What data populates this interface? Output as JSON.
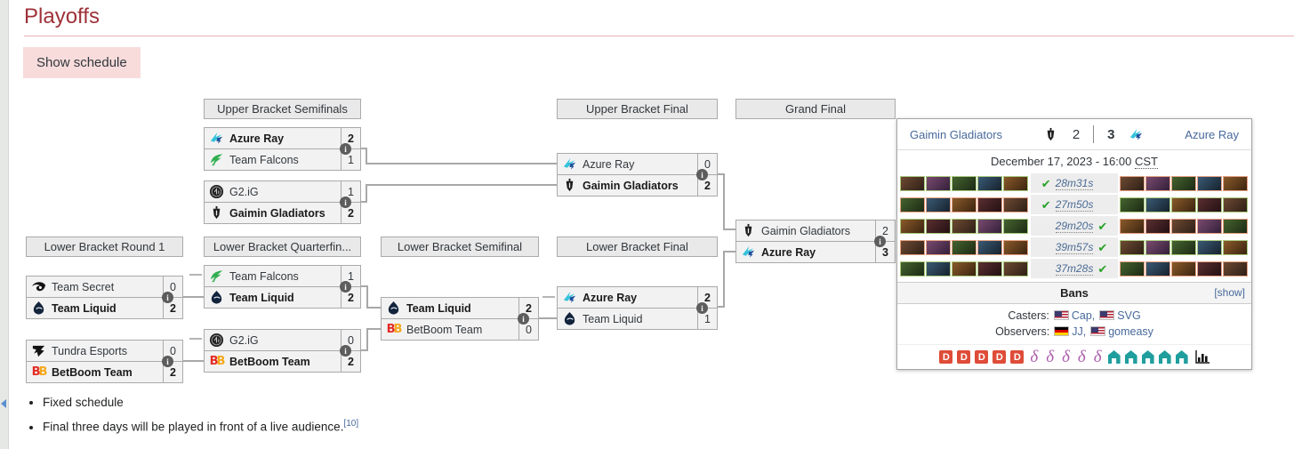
{
  "page": {
    "title": "Playoffs",
    "show_schedule_label": "Show schedule",
    "notes": [
      "Fixed schedule",
      "Final three days will be played in front of a live audience."
    ],
    "note_ref": "[10]"
  },
  "bracket": {
    "headers": {
      "ub_semifinals": "Upper Bracket Semifinals",
      "ub_final": "Upper Bracket Final",
      "grand_final": "Grand Final",
      "lb_round1": "Lower Bracket Round 1",
      "lb_quarterfinals": "Lower Bracket Quarterfin...",
      "lb_semifinal": "Lower Bracket Semifinal",
      "lb_final": "Lower Bracket Final"
    },
    "matches": {
      "ubsf1": {
        "top": {
          "name": "Azure Ray",
          "score": "2",
          "winner": true,
          "logo": "azure-ray-logo"
        },
        "bottom": {
          "name": "Team Falcons",
          "score": "1",
          "winner": false,
          "logo": "team-falcons-logo"
        }
      },
      "ubsf2": {
        "top": {
          "name": "G2.iG",
          "score": "1",
          "winner": false,
          "logo": "g2ig-logo"
        },
        "bottom": {
          "name": "Gaimin Gladiators",
          "score": "2",
          "winner": true,
          "logo": "gaimin-gladiators-logo"
        }
      },
      "ubf": {
        "top": {
          "name": "Azure Ray",
          "score": "0",
          "winner": false,
          "logo": "azure-ray-logo"
        },
        "bottom": {
          "name": "Gaimin Gladiators",
          "score": "2",
          "winner": true,
          "logo": "gaimin-gladiators-logo"
        }
      },
      "gf": {
        "top": {
          "name": "Gaimin Gladiators",
          "score": "2",
          "winner": false,
          "logo": "gaimin-gladiators-logo"
        },
        "bottom": {
          "name": "Azure Ray",
          "score": "3",
          "winner": true,
          "logo": "azure-ray-logo"
        }
      },
      "lbr1m1": {
        "top": {
          "name": "Team Secret",
          "score": "0",
          "winner": false,
          "logo": "team-secret-logo"
        },
        "bottom": {
          "name": "Team Liquid",
          "score": "2",
          "winner": true,
          "logo": "team-liquid-logo"
        }
      },
      "lbr1m2": {
        "top": {
          "name": "Tundra Esports",
          "score": "0",
          "winner": false,
          "logo": "tundra-esports-logo"
        },
        "bottom": {
          "name": "BetBoom Team",
          "score": "2",
          "winner": true,
          "logo": "betboom-logo"
        }
      },
      "lbqf1": {
        "top": {
          "name": "Team Falcons",
          "score": "1",
          "winner": false,
          "logo": "team-falcons-logo"
        },
        "bottom": {
          "name": "Team Liquid",
          "score": "2",
          "winner": true,
          "logo": "team-liquid-logo"
        }
      },
      "lbqf2": {
        "top": {
          "name": "G2.iG",
          "score": "0",
          "winner": false,
          "logo": "g2ig-logo"
        },
        "bottom": {
          "name": "BetBoom Team",
          "score": "2",
          "winner": true,
          "logo": "betboom-logo"
        }
      },
      "lbsf": {
        "top": {
          "name": "Team Liquid",
          "score": "2",
          "winner": true,
          "logo": "team-liquid-logo"
        },
        "bottom": {
          "name": "BetBoom Team",
          "score": "0",
          "winner": false,
          "logo": "betboom-logo"
        }
      },
      "lbf": {
        "top": {
          "name": "Azure Ray",
          "score": "2",
          "winner": true,
          "logo": "azure-ray-logo"
        },
        "bottom": {
          "name": "Team Liquid",
          "score": "1",
          "winner": false,
          "logo": "team-liquid-logo"
        }
      }
    }
  },
  "popup": {
    "team_left": "Gaimin Gladiators",
    "team_left_logo": "gaimin-gladiators-logo",
    "team_right": "Azure Ray",
    "team_right_logo": "azure-ray-logo",
    "score_left": "2",
    "score_right": "3",
    "date": "December 17, 2023 - 16:00",
    "timezone": "CST",
    "games": [
      {
        "duration": "28m31s",
        "winner": "left",
        "left_side": "radiant",
        "right_side": "dire"
      },
      {
        "duration": "27m50s",
        "winner": "left",
        "left_side": "dire",
        "right_side": "radiant"
      },
      {
        "duration": "29m20s",
        "winner": "right",
        "left_side": "radiant",
        "right_side": "dire"
      },
      {
        "duration": "39m57s",
        "winner": "right",
        "left_side": "dire",
        "right_side": "radiant"
      },
      {
        "duration": "37m28s",
        "winner": "right",
        "left_side": "radiant",
        "right_side": "dire"
      }
    ],
    "bans_label": "Bans",
    "show_link": "[show]",
    "casters_label": "Casters:",
    "casters": [
      {
        "flag": "us",
        "name": "Cap,"
      },
      {
        "flag": "us",
        "name": "SVG"
      }
    ],
    "observers_label": "Observers:",
    "observers": [
      {
        "flag": "de",
        "name": "JJ,"
      },
      {
        "flag": "us",
        "name": "gomeasy"
      }
    ]
  },
  "colors": {
    "heading": "#9e3239",
    "link": "#47699b",
    "radiant_border": "#a9c97e",
    "dire_border": "#e5a183",
    "win_check": "#28a228",
    "dotabuff": "#de4c38",
    "datdota": "#ad5fad",
    "stratz": "#1f9e9e"
  }
}
